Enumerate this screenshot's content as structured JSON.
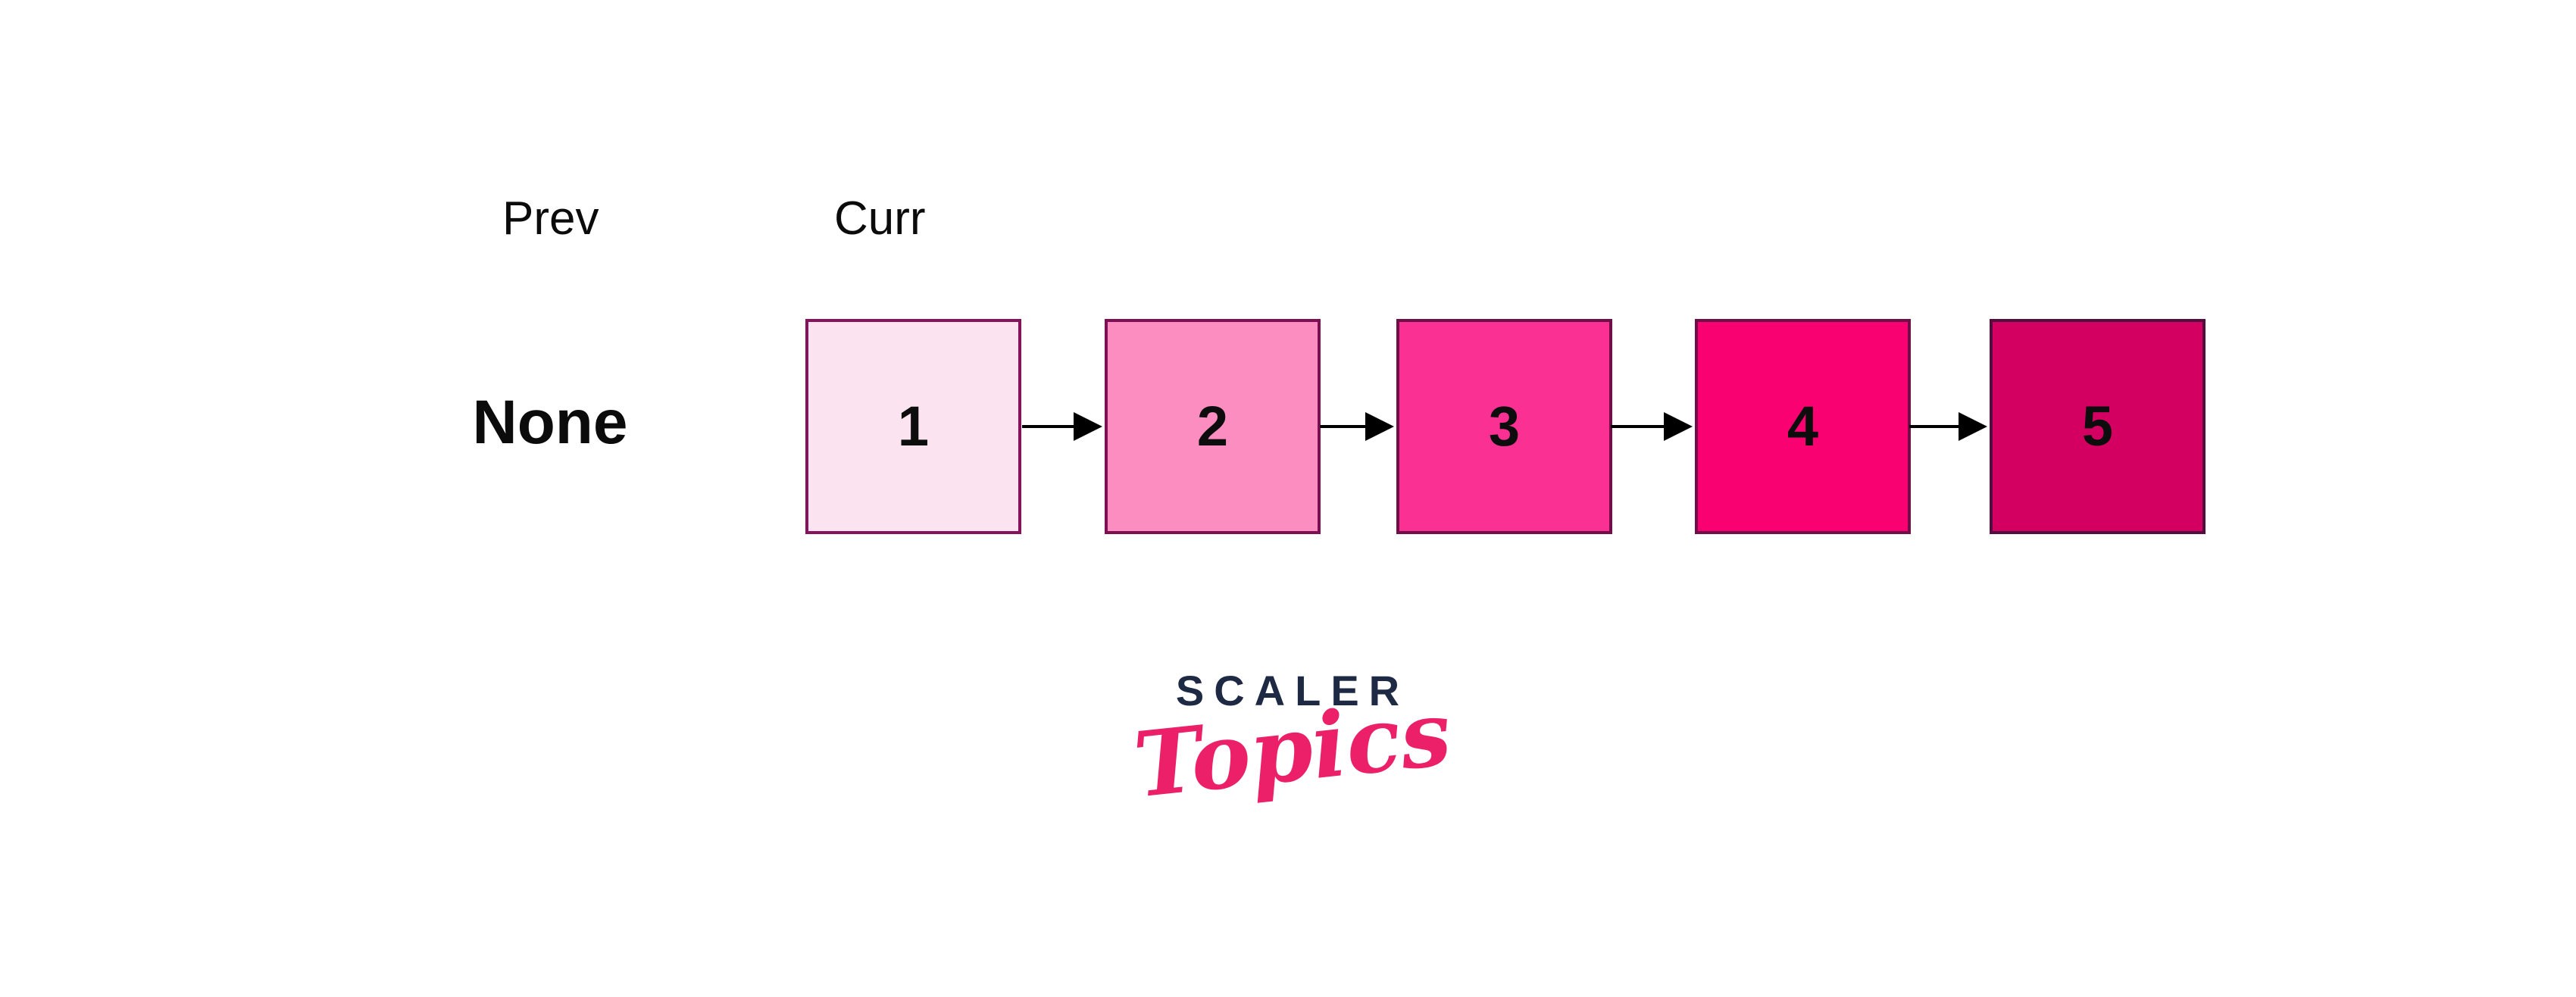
{
  "diagram": {
    "description": "Singly linked list 1->2->3->4->5 with traversal pointers",
    "prev_label": "Prev",
    "curr_label": "Curr",
    "prev_value": "None",
    "nodes": [
      {
        "value": "1",
        "fill": "#fce3f0",
        "border": "#85125a"
      },
      {
        "value": "2",
        "fill": "#fb8dc0",
        "border": "#7d1053"
      },
      {
        "value": "3",
        "fill": "#fa3093",
        "border": "#700e4a"
      },
      {
        "value": "4",
        "fill": "#fa0172",
        "border": "#700e4a"
      },
      {
        "value": "5",
        "fill": "#d40061",
        "border": "#520e40"
      }
    ],
    "arrow_color": "#000000"
  },
  "logo": {
    "brand": "SCALER",
    "sub": "Topics",
    "brand_color": "#1e2a44",
    "sub_color": "#ec2069"
  }
}
